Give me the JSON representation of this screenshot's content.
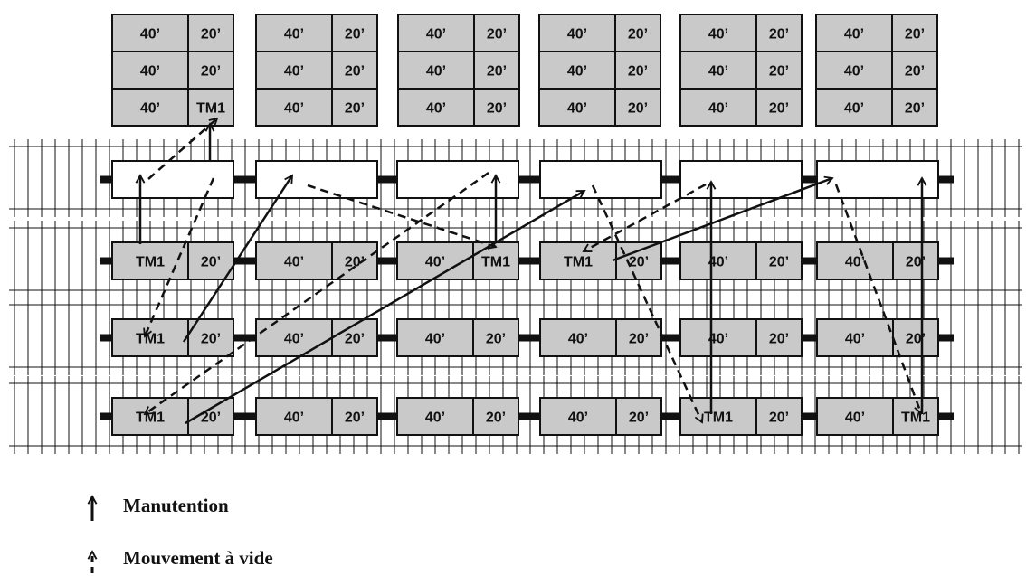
{
  "stacks": [
    {
      "rows": [
        [
          "40’",
          "20’"
        ],
        [
          "40’",
          "20’"
        ],
        [
          "40’",
          "TM1"
        ]
      ]
    },
    {
      "rows": [
        [
          "40’",
          "20’"
        ],
        [
          "40’",
          "20’"
        ],
        [
          "40’",
          "20’"
        ]
      ]
    },
    {
      "rows": [
        [
          "40’",
          "20’"
        ],
        [
          "40’",
          "20’"
        ],
        [
          "40’",
          "20’"
        ]
      ]
    },
    {
      "rows": [
        [
          "40’",
          "20’"
        ],
        [
          "40’",
          "20’"
        ],
        [
          "40’",
          "20’"
        ]
      ]
    },
    {
      "rows": [
        [
          "40’",
          "20’"
        ],
        [
          "40’",
          "20’"
        ],
        [
          "40’",
          "20’"
        ]
      ]
    },
    {
      "rows": [
        [
          "40’",
          "20’"
        ],
        [
          "40’",
          "20’"
        ],
        [
          "40’",
          "20’"
        ]
      ]
    }
  ],
  "trains": [
    {
      "wagons": [
        [
          "",
          ""
        ],
        [
          "",
          ""
        ],
        [
          "",
          ""
        ],
        [
          "",
          ""
        ],
        [
          "",
          ""
        ],
        [
          "",
          ""
        ]
      ]
    },
    {
      "wagons": [
        [
          "TM1",
          "20’"
        ],
        [
          "40’",
          "20’"
        ],
        [
          "40’",
          "TM1"
        ],
        [
          "TM1",
          "20’"
        ],
        [
          "40’",
          "20’"
        ],
        [
          "40’",
          "20’"
        ]
      ]
    },
    {
      "wagons": [
        [
          "TM1",
          "20’"
        ],
        [
          "40’",
          "20’"
        ],
        [
          "40’",
          "20’"
        ],
        [
          "40’",
          "20’"
        ],
        [
          "40’",
          "20’"
        ],
        [
          "40’",
          "20’"
        ]
      ]
    },
    {
      "wagons": [
        [
          "TM1",
          "20’"
        ],
        [
          "40’",
          "20’"
        ],
        [
          "40’",
          "20’"
        ],
        [
          "40’",
          "20’"
        ],
        [
          "TM1",
          "20’"
        ],
        [
          "40’",
          "TM1"
        ]
      ]
    }
  ],
  "legend": {
    "handling": "Manutention",
    "empty_move": "Mouvement à vide"
  },
  "colors": {
    "container_fill": "#c9c9c9",
    "empty_wagon_fill": "#ffffff",
    "stroke": "#111111"
  },
  "movements": {
    "handling": [
      {
        "from": [
          "train",
          1,
          0
        ],
        "to": [
          "train",
          0,
          0
        ]
      },
      {
        "from": [
          "train",
          2,
          0
        ],
        "to": [
          "train",
          0,
          1
        ]
      },
      {
        "from": [
          "train",
          1,
          2
        ],
        "to": [
          "train",
          0,
          2
        ]
      },
      {
        "from": [
          "train",
          3,
          0
        ],
        "to": [
          "train",
          0,
          3
        ]
      },
      {
        "from": [
          "train",
          3,
          4
        ],
        "to": [
          "train",
          0,
          4
        ]
      },
      {
        "from": [
          "train",
          1,
          3
        ],
        "to": [
          "train",
          0,
          5
        ]
      },
      {
        "from": [
          "train",
          3,
          5
        ],
        "to": [
          "train",
          0,
          5
        ]
      },
      {
        "from": [
          "train",
          0,
          0
        ],
        "to": [
          "stack",
          0
        ]
      }
    ],
    "empty_move": [
      {
        "from": [
          "train",
          0,
          0
        ],
        "to": [
          "stack",
          0
        ]
      },
      {
        "from": [
          "train",
          0,
          0
        ],
        "to": [
          "train",
          2,
          0
        ]
      },
      {
        "from": [
          "train",
          0,
          1
        ],
        "to": [
          "train",
          1,
          2
        ]
      },
      {
        "from": [
          "train",
          0,
          2
        ],
        "to": [
          "train",
          3,
          0
        ]
      },
      {
        "from": [
          "train",
          0,
          3
        ],
        "to": [
          "train",
          3,
          4
        ]
      },
      {
        "from": [
          "train",
          0,
          4
        ],
        "to": [
          "train",
          1,
          3
        ]
      },
      {
        "from": [
          "train",
          0,
          5
        ],
        "to": [
          "train",
          3,
          5
        ]
      }
    ]
  }
}
